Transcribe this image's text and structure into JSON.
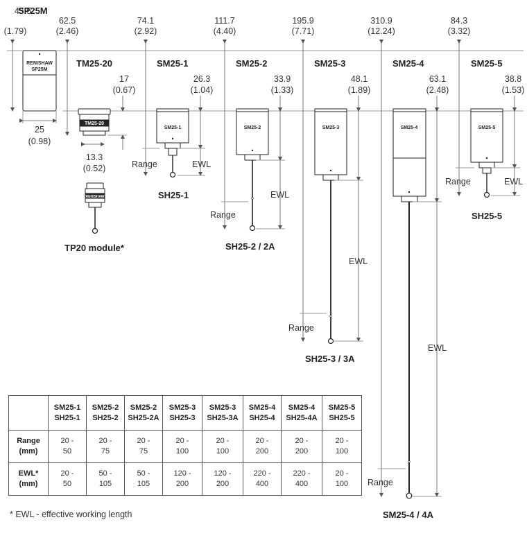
{
  "top_dims": [
    {
      "id": "sp25m",
      "mm": "45.5",
      "in": "(1.79)"
    },
    {
      "id": "tm25",
      "mm": "62.5",
      "in": "(2.46)"
    },
    {
      "id": "sm1",
      "mm": "74.1",
      "in": "(2.92)"
    },
    {
      "id": "sm2",
      "mm": "111.7",
      "in": "(4.40)"
    },
    {
      "id": "sm3",
      "mm": "195.9",
      "in": "(7.71)"
    },
    {
      "id": "sm4",
      "mm": "310.9",
      "in": "(12.24)"
    },
    {
      "id": "sm5",
      "mm": "84.3",
      "in": "(3.32)"
    }
  ],
  "module_labels": {
    "sp25m": "SP25M",
    "tm25": "TM25-20",
    "sm1": "SM25-1",
    "sm2": "SM25-2",
    "sm3": "SM25-3",
    "sm4": "SM25-4",
    "sm5": "SM25-5",
    "tp20": "TP20 module*",
    "sh1": "SH25-1",
    "sh2": "SH25-2 / 2A",
    "sh3": "SH25-3 / 3A",
    "sh4": "SM25-4 / 4A",
    "sh5": "SH25-5"
  },
  "body_text": {
    "sp25m_l1": "RENISHAW",
    "sp25m_l2": "SP25M",
    "tm25": "TM25-20",
    "sm1": "SM25-1",
    "sm2": "SM25-2",
    "sm3": "SM25-3",
    "sm4": "SM25-4",
    "sm5": "SM25-5",
    "tp20": "RENISHAW"
  },
  "module_dims": [
    {
      "id": "tm25",
      "mm": "17",
      "in": "(0.67)"
    },
    {
      "id": "sm1",
      "mm": "26.3",
      "in": "(1.04)"
    },
    {
      "id": "sm2",
      "mm": "33.9",
      "in": "(1.33)"
    },
    {
      "id": "sm3",
      "mm": "48.1",
      "in": "(1.89)"
    },
    {
      "id": "sm4",
      "mm": "63.1",
      "in": "(2.48)"
    },
    {
      "id": "sm5",
      "mm": "38.8",
      "in": "(1.53)"
    }
  ],
  "width_dims": {
    "sp25m": {
      "mm": "25",
      "in": "(0.98)"
    },
    "tm25": {
      "mm": "13.3",
      "in": "(0.52)"
    }
  },
  "range_label": "Range",
  "ewl_label": "EWL",
  "table": {
    "header": [
      [
        "SM25-1",
        "SH25-1"
      ],
      [
        "SM25-2",
        "SH25-2"
      ],
      [
        "SM25-2",
        "SH25-2A"
      ],
      [
        "SM25-3",
        "SH25-3"
      ],
      [
        "SM25-3",
        "SH25-3A"
      ],
      [
        "SM25-4",
        "SH25-4"
      ],
      [
        "SM25-4",
        "SH25-4A"
      ],
      [
        "SM25-5",
        "SH25-5"
      ]
    ],
    "rows": [
      {
        "label": [
          "Range",
          "(mm)"
        ],
        "cells": [
          [
            "20 -",
            "50"
          ],
          [
            "20 -",
            "75"
          ],
          [
            "20 -",
            "75"
          ],
          [
            "20 -",
            "100"
          ],
          [
            "20 -",
            "100"
          ],
          [
            "20 -",
            "200"
          ],
          [
            "20 -",
            "200"
          ],
          [
            "20 -",
            "100"
          ]
        ]
      },
      {
        "label": [
          "EWL*",
          "(mm)"
        ],
        "cells": [
          [
            "20 -",
            "50"
          ],
          [
            "50 -",
            "105"
          ],
          [
            "50 -",
            "105"
          ],
          [
            "120 -",
            "200"
          ],
          [
            "120 -",
            "200"
          ],
          [
            "220 -",
            "400"
          ],
          [
            "220 -",
            "400"
          ],
          [
            "20 -",
            "100"
          ]
        ]
      }
    ]
  },
  "footnote": "* EWL - effective working length"
}
